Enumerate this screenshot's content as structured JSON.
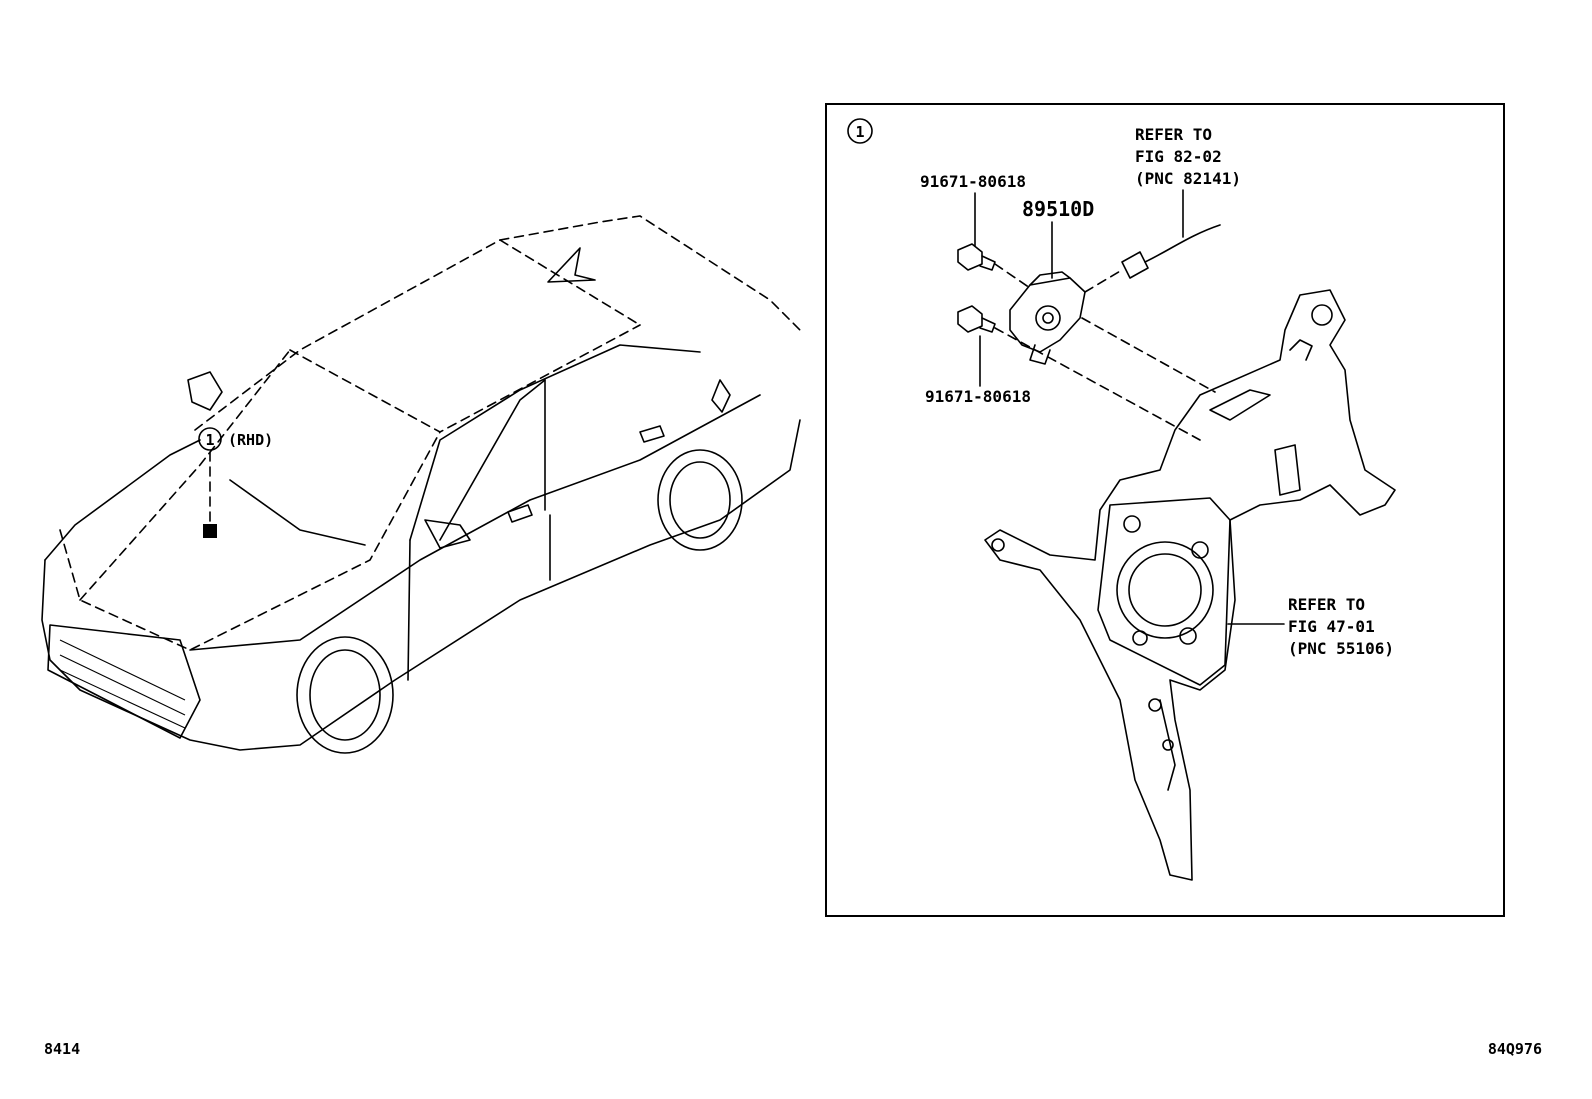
{
  "callouts": {
    "index_marker": "1",
    "rhd_note": "(RHD)"
  },
  "parts": {
    "bolt_upper": "91671-80618",
    "bolt_lower": "91671-80618",
    "sensor": "89510D"
  },
  "references": {
    "wire_ref": [
      "REFER TO",
      "FIG 82-02",
      "(PNC 82141)"
    ],
    "bracket_ref": [
      "REFER TO",
      "FIG 47-01",
      "(PNC 55106)"
    ]
  },
  "footer": {
    "left_code": "8414",
    "right_code": "84Q976"
  }
}
